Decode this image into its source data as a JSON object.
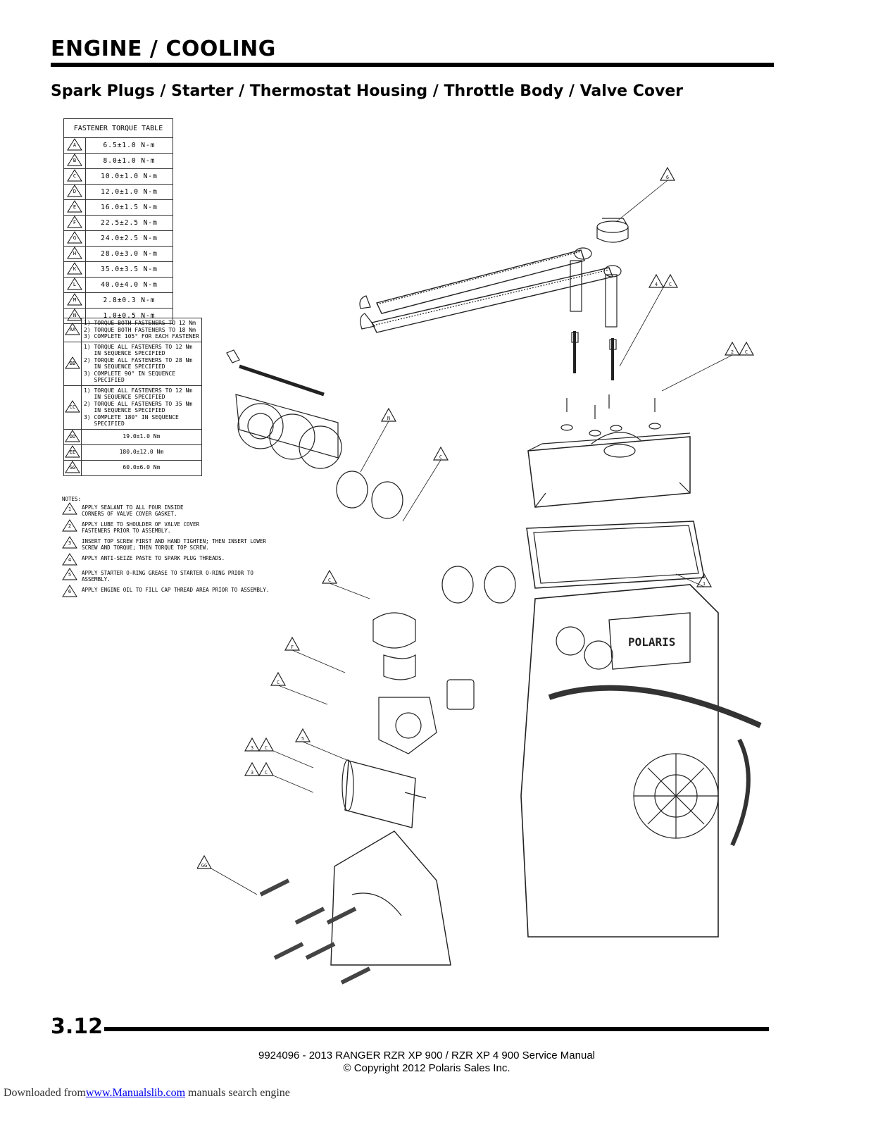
{
  "header": {
    "section_title": "ENGINE / COOLING",
    "subtitle": "Spark Plugs / Starter / Thermostat Housing / Throttle Body / Valve Cover"
  },
  "torque_table": {
    "title": "FASTENER TORQUE TABLE",
    "rows": [
      {
        "key": "A",
        "value": "6.5±1.0 N-m"
      },
      {
        "key": "B",
        "value": "8.0±1.0 N-m"
      },
      {
        "key": "C",
        "value": "10.0±1.0 N-m"
      },
      {
        "key": "D",
        "value": "12.0±1.0 N-m"
      },
      {
        "key": "E",
        "value": "16.0±1.5 N-m"
      },
      {
        "key": "F",
        "value": "22.5±2.5 N-m"
      },
      {
        "key": "G",
        "value": "24.0±2.5 N-m"
      },
      {
        "key": "H",
        "value": "28.0±3.0 N-m"
      },
      {
        "key": "K",
        "value": "35.0±3.5 N-m"
      },
      {
        "key": "L",
        "value": "40.0±4.0 N-m"
      },
      {
        "key": "M",
        "value": "2.8±0.3 N-m"
      },
      {
        "key": "N",
        "value": "1.0±0.5 N-m"
      }
    ],
    "sequence_rows": [
      {
        "key": "AA",
        "steps": [
          "1) TORQUE BOTH FASTENERS TO 12 Nm",
          "2) TORQUE BOTH FASTENERS TO 18 Nm",
          "3) COMPLETE 105° FOR EACH FASTENER"
        ]
      },
      {
        "key": "BB",
        "steps": [
          "1) TORQUE ALL FASTENERS TO 12 Nm",
          "   IN SEQUENCE SPECIFIED",
          "2) TORQUE ALL FASTENERS TO 28 Nm",
          "   IN SEQUENCE SPECIFIED",
          "3) COMPLETE 90° IN SEQUENCE",
          "   SPECIFIED"
        ]
      },
      {
        "key": "CC",
        "steps": [
          "1) TORQUE ALL FASTENERS TO 12 Nm",
          "   IN SEQUENCE SPECIFIED",
          "2) TORQUE ALL FASTENERS TO 35 Nm",
          "   IN SEQUENCE SPECIFIED",
          "3) COMPLETE 180° IN SEQUENCE",
          "   SPECIFIED"
        ]
      },
      {
        "key": "DD",
        "steps": [
          "19.0±1.0 Nm"
        ]
      },
      {
        "key": "EE",
        "steps": [
          "180.0±12.0 Nm"
        ]
      },
      {
        "key": "GG",
        "steps": [
          "60.0±6.0 Nm"
        ]
      }
    ]
  },
  "notes": {
    "heading": "NOTES:",
    "items": [
      {
        "num": "1",
        "text": "APPLY SEALANT TO ALL FOUR INSIDE\nCORNERS OF VALVE COVER GASKET."
      },
      {
        "num": "2",
        "text": "APPLY LUBE TO SHOULDER OF VALVE COVER\nFASTENERS PRIOR TO ASSEMBLY."
      },
      {
        "num": "3",
        "text": "INSERT TOP SCREW FIRST AND HAND TIGHTEN; THEN INSERT LOWER\nSCREW AND TORQUE; THEN TORQUE TOP SCREW."
      },
      {
        "num": "4",
        "text": "APPLY ANTI-SEIZE PASTE TO SPARK PLUG THREADS."
      },
      {
        "num": "5",
        "text": "APPLY STARTER O-RING GREASE TO STARTER O-RING PRIOR TO ASSEMBLY."
      },
      {
        "num": "6",
        "text": "APPLY ENGINE OIL TO FILL CAP THREAD AREA PRIOR TO ASSEMBLY."
      }
    ]
  },
  "drawing": {
    "engine_brand": "POLARIS",
    "callouts": [
      "6",
      "4",
      "C",
      "2",
      "C",
      "N",
      "C",
      "C",
      "1",
      "F",
      "C",
      "5",
      "3",
      "C",
      "3",
      "C",
      "GG"
    ]
  },
  "footer": {
    "page_number": "3.12",
    "manual_line": "9924096 - 2013 RANGER RZR XP 900 / RZR XP 4 900 Service Manual",
    "copyright_line": "© Copyright 2012 Polaris Sales Inc.",
    "download_prefix": "Downloaded from",
    "download_link": "www.Manualslib.com",
    "download_suffix": " manuals search engine"
  }
}
